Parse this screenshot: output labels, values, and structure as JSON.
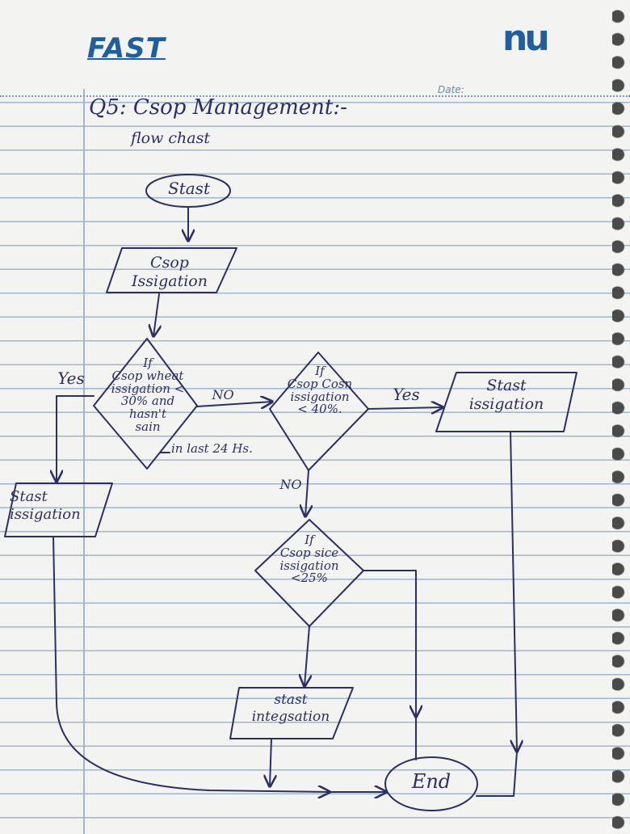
{
  "header": {
    "logo_left": "FAST",
    "logo_right": "nu",
    "date_label": "Date:"
  },
  "title": {
    "heading": "Q5: Csop Management:-",
    "subheading": "flow chast"
  },
  "flowchart": {
    "start": "Stast",
    "crop_irrigation": [
      "Csop",
      "Issigation"
    ],
    "decision_wheat": [
      "If",
      "Csop wheat",
      "issigation <",
      "30% and",
      "hasn't",
      "sain"
    ],
    "rain_note": "in last 24 Hs.",
    "decision_corn": [
      "If",
      "Csop Cosn",
      "issigation",
      "< 40%."
    ],
    "decision_rice": [
      "If",
      "Csop sice",
      "issigation",
      "<25%"
    ],
    "start_irrigation_left": [
      "Stast",
      "issigation"
    ],
    "start_irrigation_right": [
      "Stast",
      "issigation"
    ],
    "start_integration": [
      "stast",
      "integsation"
    ],
    "end": "End",
    "label_yes_left": "Yes",
    "label_no_middle": "NO",
    "label_yes_right": "Yes",
    "label_no_down": "NO"
  },
  "colors": {
    "ink": "#2b2f66",
    "brand_blue": "#1f5fa0",
    "paper": "#f3f3f1",
    "rule_line": "#9fb6cc"
  }
}
